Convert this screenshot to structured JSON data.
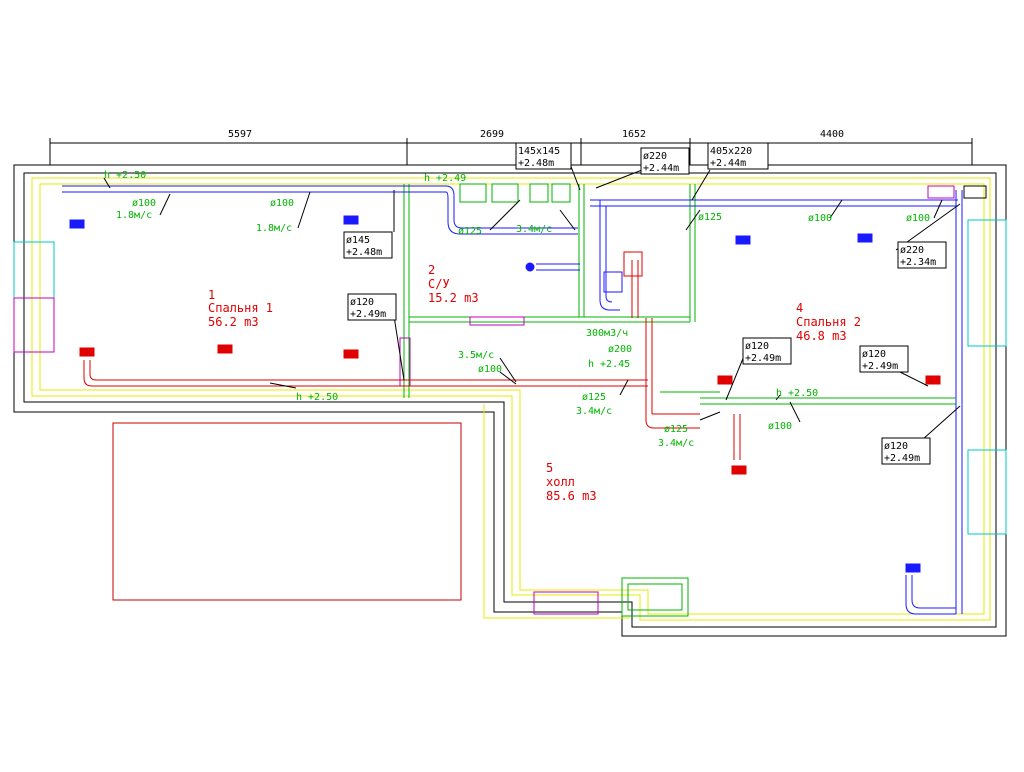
{
  "dimensions": [
    "5597",
    "2699",
    "1652",
    "4400"
  ],
  "rooms": [
    {
      "num": "1",
      "name": "Спальня 1",
      "volume": "56.2 m3"
    },
    {
      "num": "2",
      "name": "С/У",
      "volume": "15.2 m3"
    },
    {
      "num": "4",
      "name": "Спальня 2",
      "volume": "46.8 m3"
    },
    {
      "num": "5",
      "name": "холл",
      "volume": "85.6 m3"
    }
  ],
  "boxed_labels": [
    [
      "145x145",
      "+2.48m"
    ],
    [
      "ø220",
      "+2.44m"
    ],
    [
      "405x220",
      "+2.44m"
    ],
    [
      "ø145",
      "+2.48m"
    ],
    [
      "ø120",
      "+2.49m"
    ],
    [
      "ø220",
      "+2.34m"
    ],
    [
      "ø120",
      "+2.49m"
    ],
    [
      "ø120",
      "+2.49m"
    ],
    [
      "ø120",
      "+2.49m"
    ]
  ],
  "duct_labels": [
    "h +2.50",
    "ø100",
    "1.8м/с",
    "ø100",
    "1.8м/с",
    "h +2.49",
    "ø125",
    "3.4м/с",
    "ø125",
    "ø100",
    "ø100",
    "3.5м/с",
    "ø100",
    "h +2.50",
    "300м3/ч",
    "ø200",
    "h +2.45",
    "ø125",
    "3.4м/с",
    "ø125",
    "3.4м/с",
    "h +2.50",
    "ø100"
  ],
  "colors": {
    "wall": "#000000",
    "insulation": "#e8e800",
    "supply": "#1a1aff",
    "exhaust": "#e00000",
    "label": "#00b400",
    "window": "#00c8c8",
    "door": "#c000c0"
  }
}
